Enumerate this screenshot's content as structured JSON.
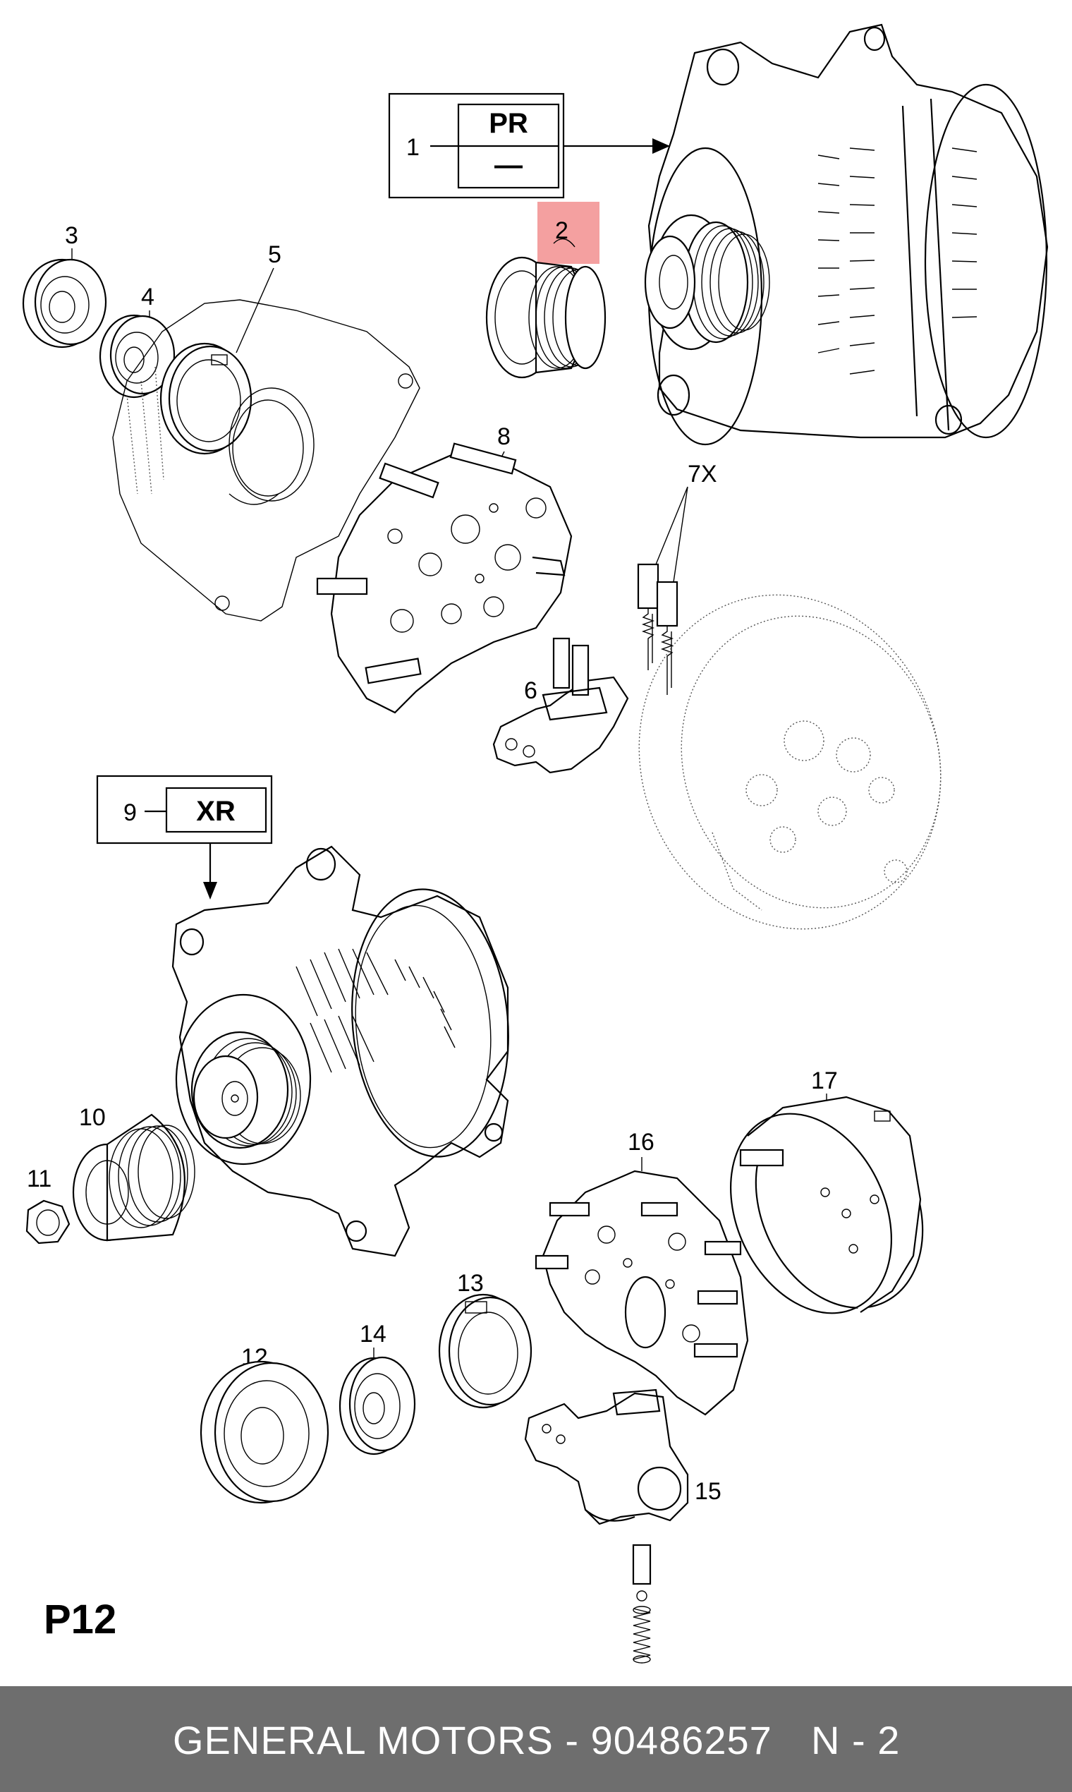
{
  "diagram": {
    "title_code": "P12",
    "option_boxes": [
      {
        "callout": "1",
        "code": "PR",
        "sub": "—"
      },
      {
        "callout": "9",
        "code": "XR"
      }
    ],
    "callouts": [
      "2",
      "3",
      "4",
      "5",
      "6",
      "7X",
      "8",
      "10",
      "11",
      "12",
      "13",
      "14",
      "15",
      "16",
      "17"
    ],
    "highlight_color": "#f08080"
  },
  "footer": {
    "text": "GENERAL MOTORS - 90486257",
    "sheet": "N - 2"
  }
}
